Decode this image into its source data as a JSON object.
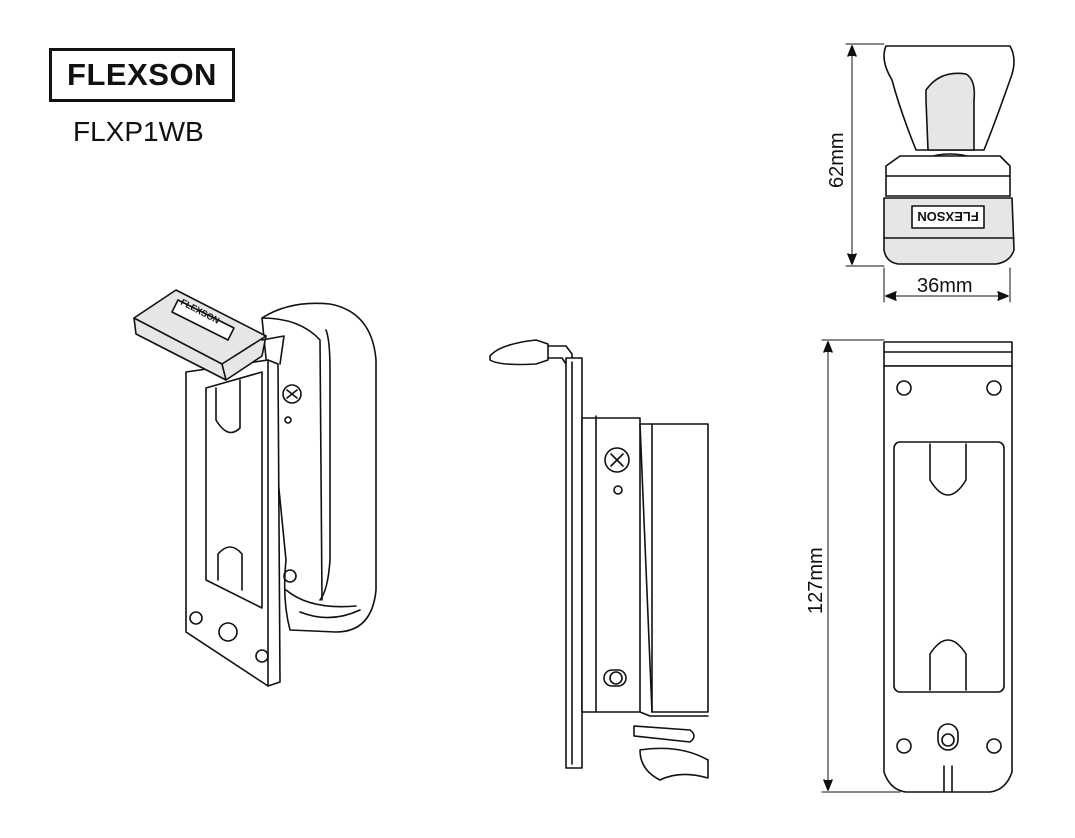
{
  "brand": {
    "logo_text": "FLEXSON",
    "model": "FLXP1WB"
  },
  "dimensions": {
    "height_top": "62mm",
    "width_top": "36mm",
    "height_front": "127mm"
  },
  "views": [
    "perspective",
    "side",
    "top",
    "front"
  ],
  "colors": {
    "line": "#111111",
    "fill_grey": "#e6e6e6",
    "background": "#ffffff"
  }
}
